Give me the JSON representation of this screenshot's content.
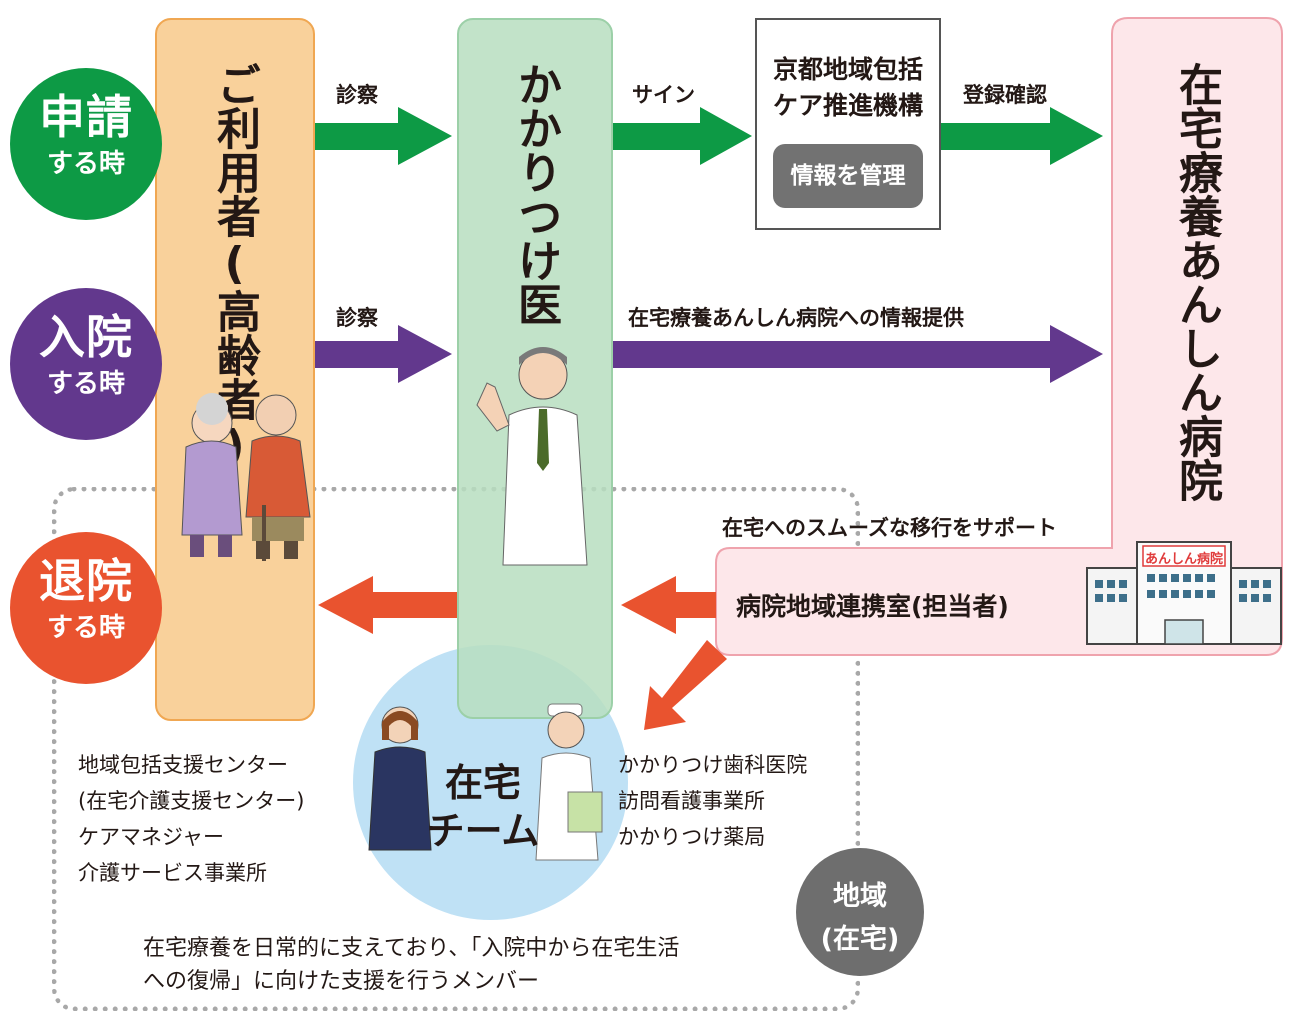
{
  "colors": {
    "apply_green": "#0d9a45",
    "admit_purple": "#62388d",
    "discharge_red": "#e9532f",
    "user_box": "#f9d19b",
    "doctor_box": "#c2e3c9",
    "hospital_box": "#fde7ea",
    "team_circle": "#bfe1f5",
    "grey_badge": "#6e6e6e"
  },
  "phases": {
    "apply": {
      "main": "申請",
      "sub": "する時"
    },
    "admit": {
      "main": "入院",
      "sub": "する時"
    },
    "discharge": {
      "main": "退院",
      "sub": "する時"
    }
  },
  "columns": {
    "user": "ご利用者(高齢者)",
    "doctor": "かかりつけ医",
    "hospital": "在宅療養あんしん病院"
  },
  "kyoto": {
    "line1": "京都地域包括",
    "line2": "ケア推進機構",
    "badge": "情報を管理"
  },
  "arrow_labels": {
    "apply_exam": "診察",
    "apply_sign": "サイン",
    "apply_register": "登録確認",
    "admit_exam": "診察",
    "admit_info": "在宅療養あんしん病院への情報提供",
    "discharge_support": "在宅へのスムーズな移行をサポート"
  },
  "hospital_office": "病院地域連携室(担当者)",
  "hospital_sign": "あんしん病院",
  "home_team": {
    "line1": "在宅",
    "line2": "チーム"
  },
  "left_list": [
    "地域包括支援センター",
    "(在宅介護支援センター)",
    "ケアマネジャー",
    "介護サービス事業所"
  ],
  "right_list": [
    "かかりつけ歯科医院",
    "訪問看護事業所",
    "かかりつけ薬局"
  ],
  "region_badge": {
    "line1": "地域",
    "line2": "(在宅)"
  },
  "footer": {
    "line1": "在宅療養を日常的に支えており、「入院中から在宅生活",
    "line2": "への復帰」に向けた支援を行うメンバー"
  }
}
